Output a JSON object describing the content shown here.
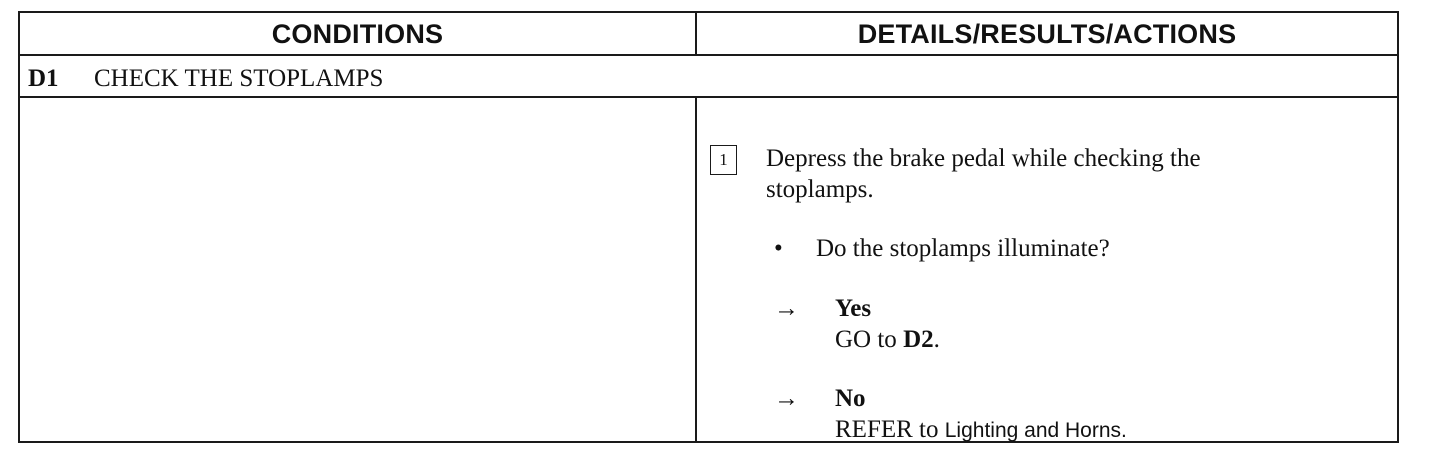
{
  "header": {
    "conditions": "CONDITIONS",
    "details": "DETAILS/RESULTS/ACTIONS"
  },
  "step": {
    "id": "D1",
    "title": "CHECK THE STOPLAMPS"
  },
  "instruction": {
    "number": "1",
    "line1": "Depress the brake pedal while checking the",
    "line2": "stoplamps."
  },
  "question": {
    "bullet": "•",
    "text": "Do the stoplamps illuminate?"
  },
  "yes_branch": {
    "arrow": "→",
    "label": "Yes",
    "action_prefix": "GO to ",
    "action_target": "D2",
    "action_suffix": "."
  },
  "no_branch": {
    "arrow": "→",
    "label": "No",
    "action_prefix": "REFER to ",
    "action_ref": "Lighting and Horns."
  }
}
